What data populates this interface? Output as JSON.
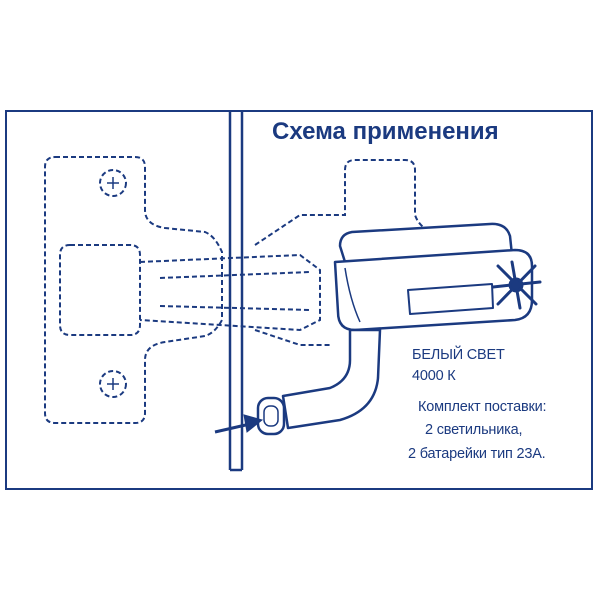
{
  "diagram": {
    "title": "Схема применения",
    "spec_lines": [
      "БЕЛЫЙ СВЕТ",
      "4000 К",
      "Комплект поставки:",
      "2 светильника,",
      "2 батарейки тип 23А."
    ],
    "colors": {
      "ink": "#1b3a80",
      "background": "#ffffff"
    },
    "icons": [
      "hinge-outline-icon",
      "led-light-icon",
      "sparkle-icon",
      "arrow-icon"
    ]
  }
}
